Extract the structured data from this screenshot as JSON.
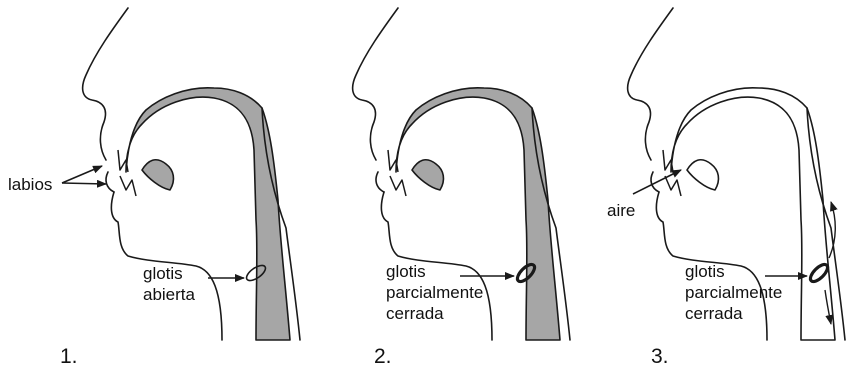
{
  "panels": [
    {
      "number": "1.",
      "labels": {
        "lips": "labios",
        "glottis_line1": "glotis",
        "glottis_line2": "abierta"
      }
    },
    {
      "number": "2.",
      "labels": {
        "glottis_line1": "glotis",
        "glottis_line2": "parcialmente",
        "glottis_line3": "cerrada"
      }
    },
    {
      "number": "3.",
      "labels": {
        "air": "aire",
        "glottis_line1": "glotis",
        "glottis_line2": "parcialmente",
        "glottis_line3": "cerrada"
      }
    }
  ],
  "colors": {
    "tract_fill": "#a6a6a6",
    "outline": "#1a1a1a",
    "background": "#ffffff"
  }
}
